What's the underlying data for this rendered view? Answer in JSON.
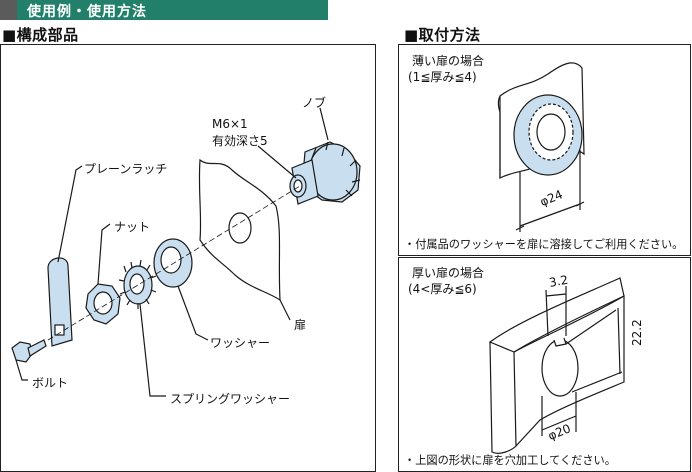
{
  "header": {
    "title": "使用例・使用方法"
  },
  "left": {
    "section_title": "■構成部品",
    "labels": {
      "knob": "ノブ",
      "thread_line1": "M6×1",
      "thread_line2": "有効深さ5",
      "plain_latch": "プレーンラッチ",
      "nut": "ナット",
      "door": "扉",
      "washer": "ワッシャー",
      "bolt": "ボルト",
      "spring_washer": "スプリングワッシャー"
    }
  },
  "right": {
    "section_title": "■取付方法",
    "thin": {
      "title": "薄い扉の場合",
      "range": "(1≦厚み≦4)",
      "dim_diameter": "φ24",
      "note": "・付属品のワッシャーを扉に溶接してご利用ください。"
    },
    "thick": {
      "title": "厚い扉の場合",
      "range": "(4<厚み≦6)",
      "dim_width": "3.2",
      "dim_height": "22.2",
      "dim_diameter": "φ20",
      "note": "・上図の形状に扉を穴加工してください。"
    }
  },
  "colors": {
    "header_bg": "#22806a",
    "part_fill": "#c9dff0",
    "part_stroke": "#1a1a1a"
  }
}
